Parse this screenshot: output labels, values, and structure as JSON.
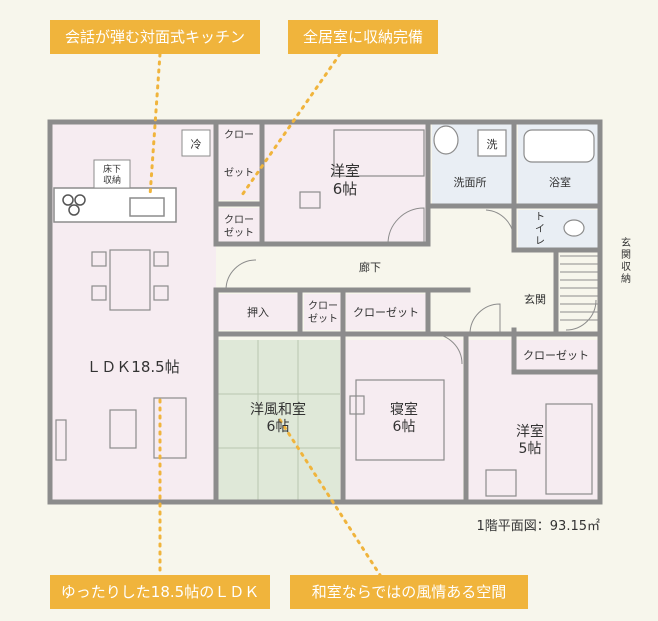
{
  "callouts": {
    "top_left": "会話が弾む対面式キッチン",
    "top_right": "全居室に収納完備",
    "bottom_left": "ゆったりした18.5帖のＬＤＫ",
    "bottom_right": "和室ならではの風情ある空間"
  },
  "rooms": {
    "western1_a": "洋室",
    "western1_b": "6帖",
    "closet1_a": "クロー",
    "closet1_b": "ゼット",
    "closet2_a": "クロー",
    "closet2_b": "ゼット",
    "closet3_a": "クロー",
    "closet3_b": "ゼット",
    "closet4": "クローゼット",
    "closet5": "クローゼット",
    "washroom": "洗面所",
    "bath": "浴室",
    "washer": "洗",
    "fridge": "冷",
    "toilet_a": "ト",
    "toilet_b": "イ",
    "toilet_c": "レ",
    "floor_storage_a": "床下",
    "floor_storage_b": "収納",
    "hallway": "廊下",
    "entrance": "玄関",
    "entrance_storage_a": "玄",
    "entrance_storage_b": "関",
    "entrance_storage_c": "収",
    "entrance_storage_d": "納",
    "oshiire": "押入",
    "ldk": "ＬＤＫ18.5帖",
    "japanese_a": "洋風和室",
    "japanese_b": "6帖",
    "bedroom_a": "寝室",
    "bedroom_b": "6帖",
    "western2_a": "洋室",
    "western2_b": "5帖"
  },
  "area_label": "1階平面図：93.15㎡",
  "colors": {
    "wall": "#8c8c8c",
    "room_fill": "#f6ecf1",
    "wet_fill": "#e9eef4",
    "tatami": "#dfe8d8",
    "accent": "#f0b43c",
    "background": "#f7f6ec"
  }
}
